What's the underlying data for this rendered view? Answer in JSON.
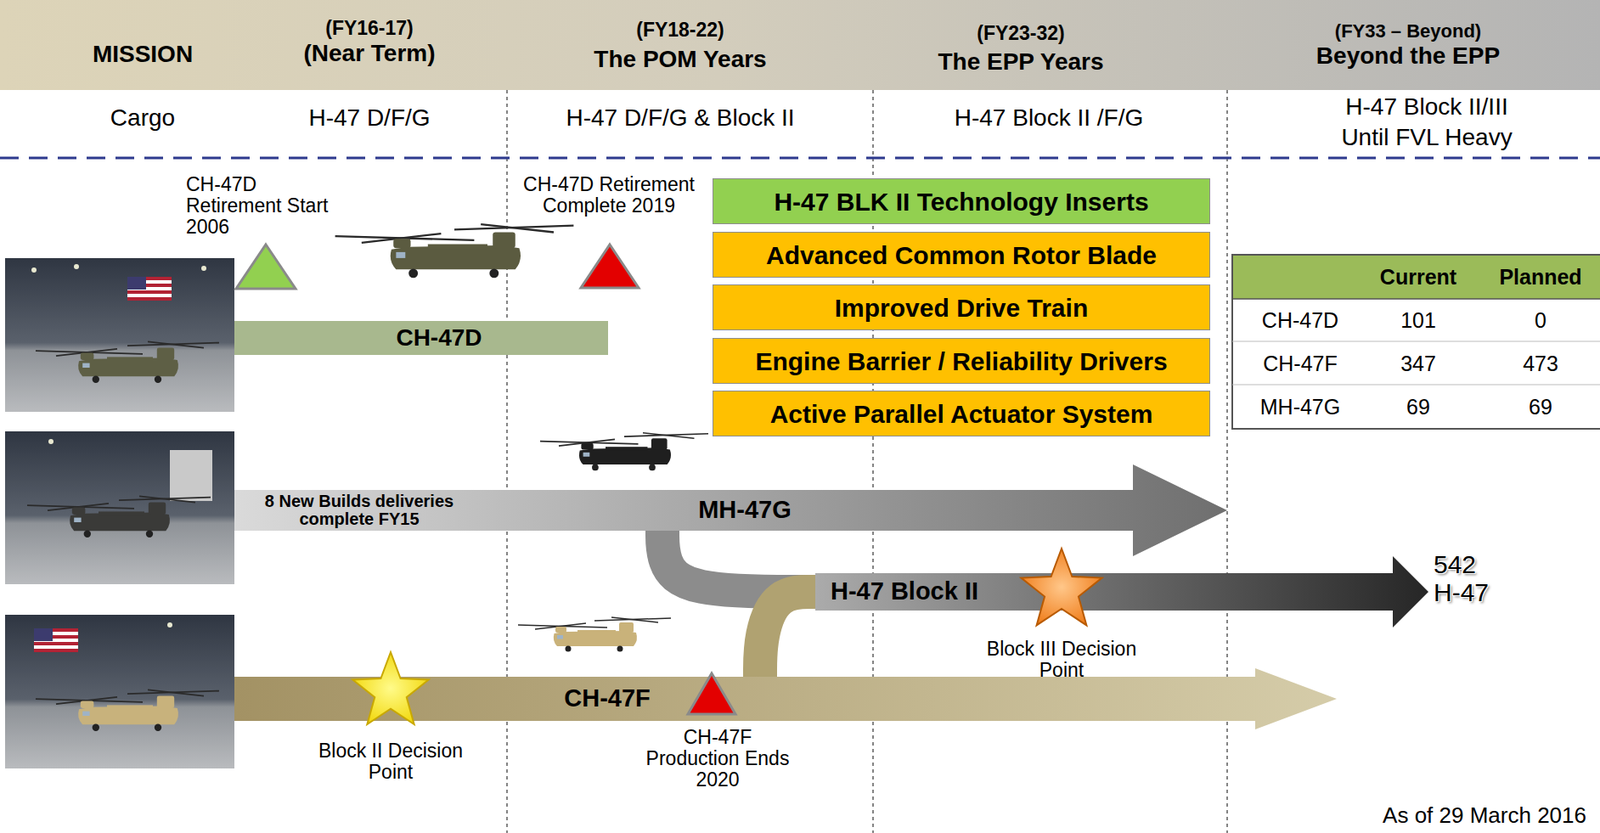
{
  "diagram": {
    "nodes": [
      {
        "text": [
          "MISSION",
          "(FY16-17)",
          "(Near Term)",
          "(FY18-22)",
          "The POM Years",
          "(FY23-32)",
          "The EPP Years",
          "(FY33 – Beyond)",
          "Beyond the EPP"
        ]
      },
      {
        "text": [
          "H-47 BLK II Technology Inserts"
        ]
      },
      {
        "text": [
          "Advanced Common Rotor Blade"
        ]
      },
      {
        "text": [
          "Improved Drive Train"
        ]
      },
      {
        "text": [
          "Engine Barrier / Reliability Drivers"
        ]
      },
      {
        "text": [
          "Active Parallel Actuator System"
        ]
      },
      {
        "text": [
          "CH-47D"
        ]
      },
      {
        "text": [
          "8 New Builds deliveries complete FY15",
          "MH-47G"
        ]
      },
      {
        "text": [
          "H-47 Block II"
        ]
      },
      {
        "text": [
          "CH-47F"
        ]
      }
    ],
    "edges": [
      {
        "from": 7,
        "to": 8,
        "arrow": "none"
      },
      {
        "from": 9,
        "to": 8,
        "arrow": "none"
      }
    ],
    "labels": [
      "Cargo",
      "H-47 D/F/G",
      "H-47 D/F/G & Block II",
      "H-47 Block II /F/G",
      "H-47 Block II/III Until FVL Heavy",
      "CH-47D Retirement Start 2006",
      "CH-47D Retirement Complete 2019",
      "Current",
      "Planned",
      "CH-47D",
      "101",
      "0",
      "CH-47F",
      "347",
      "473",
      "MH-47G",
      "69",
      "69",
      "Block II Decision Point",
      "Block III Decision Point",
      "CH-47F Production Ends 2020",
      "542 H-47",
      "As of 29 March 2016"
    ]
  }
}
